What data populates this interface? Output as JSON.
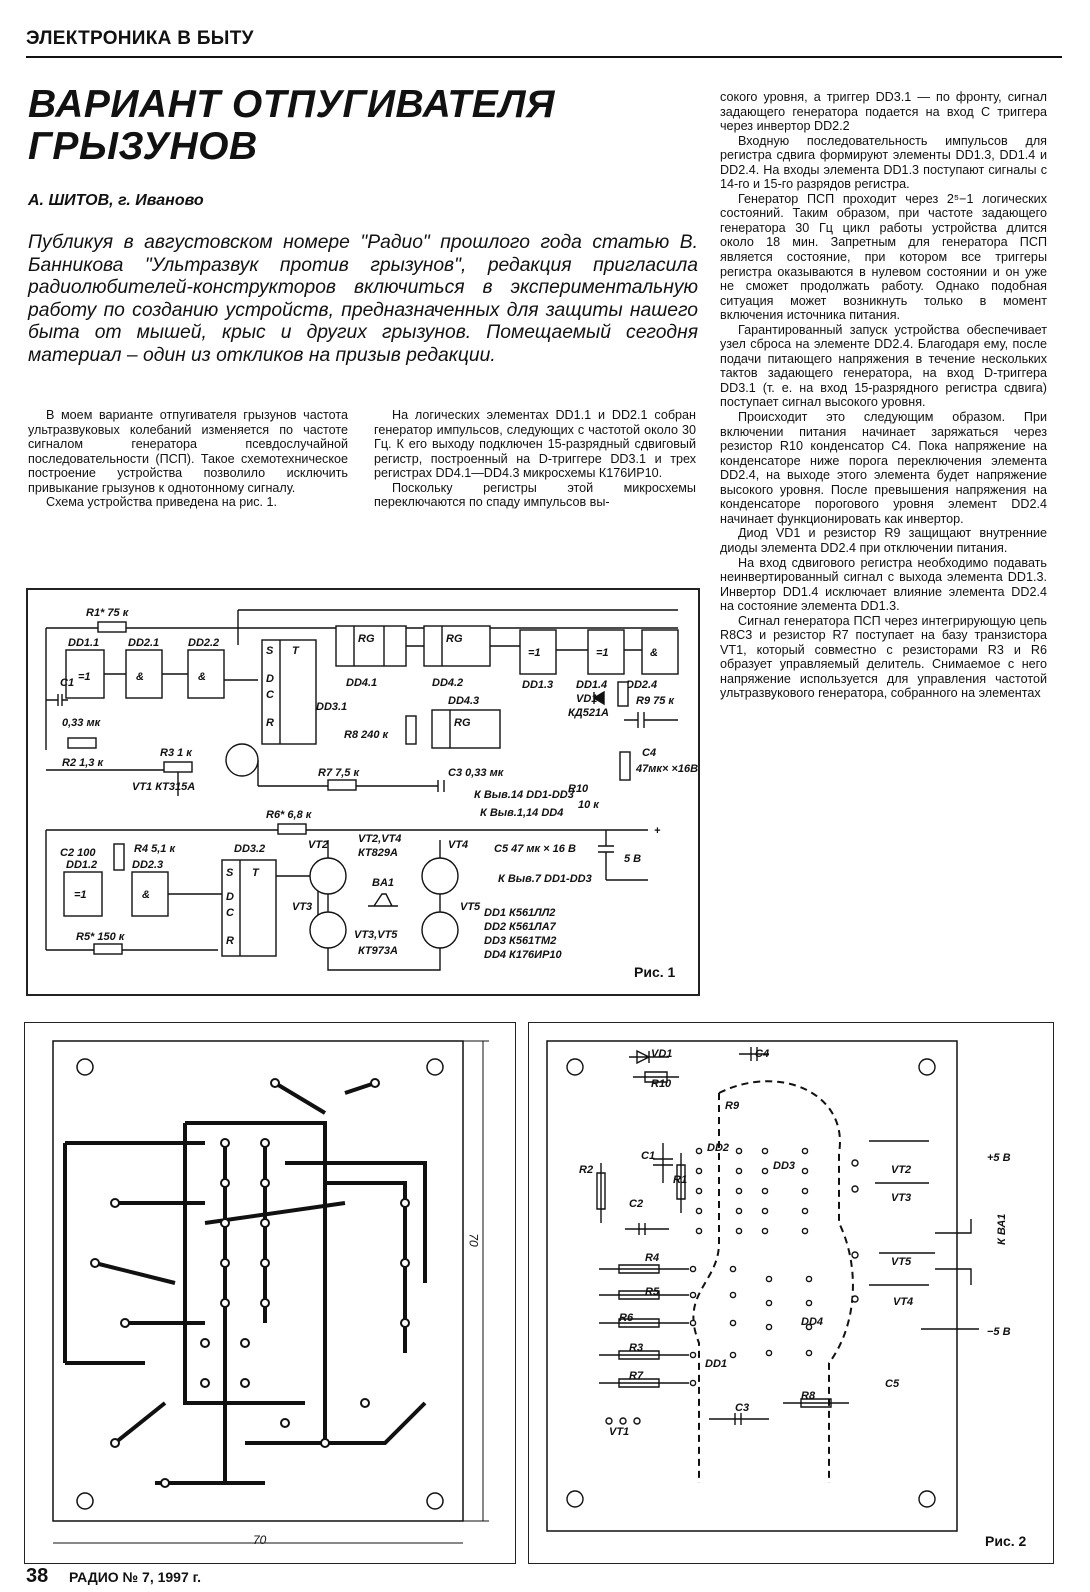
{
  "header": {
    "section": "ЭЛЕКТРОНИКА В БЫТУ"
  },
  "article": {
    "title": "ВАРИАНТ ОТПУГИВАТЕЛЯ ГРЫЗУНОВ",
    "author": "А. ШИТОВ, г. Иваново",
    "lead": "Публикуя в августовском номере \"Радио\" прошлого года статью В. Банникова \"Ультразвук против грызунов\", редакция пригласила радиолюбителей-конструкторов включиться в экспериментальную работу по созданию устройств, предназначенных для защиты нашего быта от мышей, крыс и других грызунов. Помещаемый сегодня материал – один из откликов на призыв редакции.",
    "col1": [
      "В моем варианте отпугивателя грызунов частота ультразвуковых колебаний изменяется по частоте сигналом генератора псевдослучайной последовательности (ПСП). Такое схемотехническое построение устройства позволило исключить привыкание грызунов к однотонному сигналу.",
      "Схема устройства приведена на рис. 1."
    ],
    "col2": [
      "На логических элементах DD1.1 и DD2.1 собран генератор импульсов, следующих с частотой около 30 Гц. К его выходу подключен 15-разрядный сдвиговый регистр, построенный на D-триггере DD3.1 и трех регистрах DD4.1—DD4.3 микросхемы К176ИР10.",
      "Поскольку регистры этой микросхемы переключаются по спаду импульсов вы-"
    ],
    "col3": [
      "сокого уровня, а триггер DD3.1 — по фронту, сигнал задающего генератора подается на вход С триггера через инвертор DD2.2",
      "Входную последовательность импульсов для регистра сдвига формируют элементы DD1.3, DD1.4 и DD2.4. На входы элемента DD1.3 поступают сигналы с 14-го и 15-го разрядов регистра.",
      "Генератор ПСП проходит через 2⁵−1 логических состояний. Таким образом, при частоте задающего генератора 30 Гц цикл работы устройства длится около 18 мин. Запретным для генератора ПСП является состояние, при котором все триггеры регистра оказываются в нулевом состоянии и он уже не сможет продолжать работу. Однако подобная ситуация может возникнуть только в момент включения источника питания.",
      "Гарантированный запуск устройства обеспечивает узел сброса на элементе DD2.4. Благодаря ему, после подачи питающего напряжения в течение нескольких тактов задающего генератора, на вход D-триггера DD3.1 (т. е. на вход 15-разрядного регистра сдвига) поступает сигнал высокого уровня.",
      "Происходит это следующим образом. При включении питания начинает заряжаться через резистор R10 конденсатор C4. Пока напряжение на конденсаторе ниже порога переключения элемента DD2.4, на выходе этого элемента будет напряжение высокого уровня. После превышения напряжения на конденсаторе порогового уровня элемент DD2.4 начинает функционировать как инвертор.",
      "Диод VD1 и резистор R9 защищают внутренние диоды элемента DD2.4 при отключении питания.",
      "На вход сдвигового регистра необходимо подавать неинвертированный сигнал с выхода элемента DD1.3. Инвертор DD1.4 исключает влияние элемента DD2.4 на состояние элемента DD1.3.",
      "Сигнал генератора ПСП через интегрирующую цепь R8C3 и резистор R7 поступает на базу транзистора VT1, который совместно с резисторами R3 и R6 образует управляемый делитель. Снимаемое с него напряжение используется для управления частотой ультразвукового генератора, собранного на элементах"
    ]
  },
  "figure1": {
    "caption": "Рис. 1",
    "labels": {
      "r1": "R1* 75 к",
      "c1": "C1",
      "c1v": "0,33 мк",
      "r2": "R2 1,3 к",
      "dd11": "DD1.1",
      "dd21": "DD2.1",
      "dd22": "DD2.2",
      "dd31": "DD3.1",
      "dd41": "DD4.1",
      "dd42": "DD4.2",
      "dd43": "DD4.3",
      "dd13": "DD1.3",
      "dd14": "DD1.4",
      "dd24": "DD2.4",
      "vd1": "VD1",
      "vd1t": "КД521А",
      "r9": "R9 75 к",
      "c4": "C4",
      "c4v": "47мк× ×16В",
      "r3": "R3 1 к",
      "vt1": "VT1 КТ315А",
      "r7": "R7 7,5 к",
      "r8": "R8 240 к",
      "c3": "C3 0,33 мк",
      "r10": "R10",
      "r10v": "10 к",
      "r6": "R6* 6,8 к",
      "pwr1": "К Выв.14 DD1-DD3",
      "pwr2": "К Выв.1,14 DD4",
      "c2": "C2 100",
      "r4": "R4 5,1 к",
      "dd32": "DD3.2",
      "dd12": "DD1.2",
      "dd23": "DD2.3",
      "vt24": "VT2,VT4",
      "vt24t": "КТ829А",
      "vt2": "VT2",
      "vt3": "VT3",
      "vt4": "VT4",
      "vt5": "VT5",
      "ba1": "BA1",
      "vt35": "VT3,VT5",
      "vt35t": "КТ973А",
      "r5": "R5* 150 к",
      "c5": "C5 47 мк × 16 В",
      "v5": "5 В",
      "gnd": "К Выв.7 DD1-DD3",
      "ic1": "DD1 К561ЛЛ2",
      "ic2": "DD2 К561ЛА7",
      "ic3": "DD3 К561ТМ2",
      "ic4": "DD4 К176ИР10"
    }
  },
  "figure2": {
    "caption": "Рис. 2",
    "dim_h": "70",
    "dim_v": "70",
    "labels": {
      "vd1": "VD1",
      "c4": "C4",
      "r10": "R10",
      "r9": "R9",
      "r2": "R2",
      "c1": "C1",
      "r1": "R1",
      "dd2": "DD2",
      "dd3": "DD3",
      "dd4": "DD4",
      "dd1": "DD1",
      "c2": "C2",
      "r4": "R4",
      "r5": "R5",
      "r6": "R6",
      "r3": "R3",
      "r7": "R7",
      "c3": "C3",
      "r8": "R8",
      "vt1": "VT1",
      "vt2": "VT2",
      "vt3": "VT3",
      "vt5": "VT5",
      "vt4": "VT4",
      "c5": "C5",
      "p5": "+5 В",
      "m5": "−5 В",
      "kba1": "К ВА1"
    }
  },
  "footer": {
    "page": "38",
    "magazine": "РАДИО № 7, 1997 г."
  }
}
